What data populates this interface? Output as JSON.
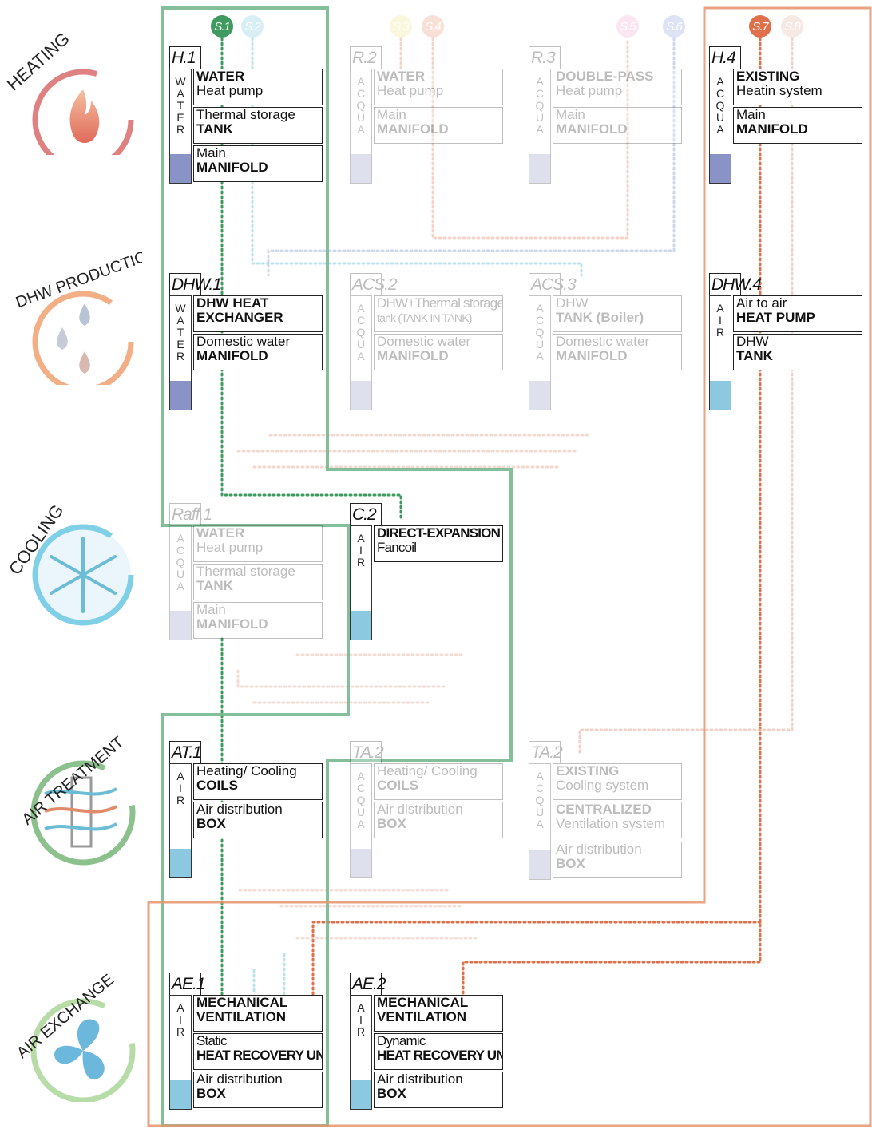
{
  "rows": [
    {
      "label": "HEATING"
    },
    {
      "label": "DHW PRODUCTION"
    },
    {
      "label": "COOLING"
    },
    {
      "label": "AIR TREATMENT"
    },
    {
      "label": "AIR EXCHANGE"
    }
  ],
  "scenarios": [
    "S.1",
    "S.2",
    "S.3",
    "S.4",
    "S.5",
    "S.6",
    "S.7",
    "S.8"
  ],
  "modules": {
    "h1": {
      "code": "H.1",
      "side": "WATER",
      "cells": [
        [
          "WATER",
          "Heat pump"
        ],
        [
          "Thermal storage",
          "TANK"
        ],
        [
          "Main",
          "MANIFOLD"
        ]
      ]
    },
    "r2": {
      "code": "R.2",
      "side": "ACQUA",
      "cells": [
        [
          "WATER",
          "Heat pump"
        ],
        [
          "Main",
          "MANIFOLD"
        ]
      ]
    },
    "r3": {
      "code": "R.3",
      "side": "ACQUA",
      "cells": [
        [
          "DOUBLE-PASS",
          "Heat pump"
        ],
        [
          "Main",
          "MANIFOLD"
        ]
      ]
    },
    "h4": {
      "code": "H.4",
      "side": "ACQUA",
      "cells": [
        [
          "EXISTING",
          "Heatin system"
        ],
        [
          "Main",
          "MANIFOLD"
        ]
      ]
    },
    "dhw1": {
      "code": "DHW.1",
      "side": "WATER",
      "cells": [
        [
          "DHW HEAT",
          "EXCHANGER"
        ],
        [
          "Domestic water",
          "MANIFOLD"
        ]
      ]
    },
    "acs2": {
      "code": "ACS.2",
      "side": "ACQUA",
      "cells": [
        [
          "DHW+Thermal storage",
          "tank (TANK IN TANK)"
        ],
        [
          "Domestic water",
          "MANIFOLD"
        ]
      ]
    },
    "acs3": {
      "code": "ACS.3",
      "side": "ACQUA",
      "cells": [
        [
          "DHW",
          "TANK (Boiler)"
        ],
        [
          "Domestic water",
          "MANIFOLD"
        ]
      ]
    },
    "dhw4": {
      "code": "DHW.4",
      "side": "AIR",
      "cells": [
        [
          "Air to air",
          "HEAT PUMP"
        ],
        [
          "DHW",
          "TANK"
        ]
      ]
    },
    "raff1": {
      "code": "Raff.1",
      "side": "ACQUA",
      "cells": [
        [
          "WATER",
          "Heat pump"
        ],
        [
          "Thermal storage",
          "TANK"
        ],
        [
          "Main",
          "MANIFOLD"
        ]
      ]
    },
    "c2": {
      "code": "C.2",
      "side": "AIR",
      "cells": [
        [
          "DIRECT-EXPANSION",
          "Fancoil"
        ]
      ]
    },
    "at1": {
      "code": "AT.1",
      "side": "AIR",
      "cells": [
        [
          "Heating/ Cooling",
          "COILS"
        ],
        [
          "Air distribution",
          "BOX"
        ]
      ]
    },
    "ta2a": {
      "code": "TA.2",
      "side": "ACQUA",
      "cells": [
        [
          "Heating/ Cooling",
          "COILS"
        ],
        [
          "Air distribution",
          "BOX"
        ]
      ]
    },
    "ta2b": {
      "code": "TA.2",
      "side": "ACQUA",
      "cells": [
        [
          "EXISTING",
          "Cooling system"
        ],
        [
          "CENTRALIZED",
          "Ventilation system"
        ],
        [
          "Air distribution",
          "BOX"
        ]
      ]
    },
    "ae1": {
      "code": "AE.1",
      "side": "AIR",
      "cells": [
        [
          "MECHANICAL",
          "VENTILATION"
        ],
        [
          "Static",
          "HEAT RECOVERY UNIT"
        ],
        [
          "Air distribution",
          "BOX"
        ]
      ]
    },
    "ae2": {
      "code": "AE.2",
      "side": "AIR",
      "cells": [
        [
          "MECHANICAL",
          "VENTILATION"
        ],
        [
          "Dynamic",
          "HEAT RECOVERY UNIT"
        ],
        [
          "Air distribution",
          "BOX"
        ]
      ]
    }
  },
  "colors": {
    "heating": "#d96b6b",
    "dhw": "#f0a070",
    "cooling": "#7fcfe6",
    "air_treatment": "#8cc08c",
    "air_exchange": "#b8dca8",
    "s1": "#3f9a5f",
    "s2": "#8fd0e0",
    "s3": "#f2ea9c",
    "s4": "#f0a890",
    "s5": "#f4b6d8",
    "s6": "#9fb0e0",
    "s7": "#e0704a",
    "s8": "#e8c0b0",
    "frame_green": "#6fb488",
    "frame_orange": "#e8926a",
    "water_side": "#8a93c6",
    "air_side": "#8cc9e0"
  }
}
